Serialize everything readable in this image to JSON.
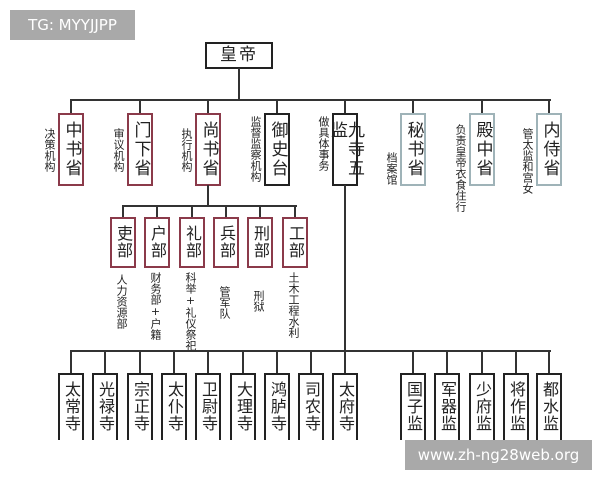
{
  "watermark_top": "TG: MYYJJPP",
  "watermark_bottom": "www.zh-ng28web.org",
  "colors": {
    "three_departments": "#8b3a4a",
    "neutral": "#222222",
    "inner_court": "#9fb3b8"
  },
  "root": "皇帝",
  "level1": [
    {
      "name": "中书省",
      "note": "决策机构"
    },
    {
      "name": "门下省",
      "note": "审议机构"
    },
    {
      "name": "尚书省",
      "note": "执行机构"
    },
    {
      "name": "御史台",
      "note": "监督监察机构"
    },
    {
      "name": "九寺五监",
      "note": "做具体事务"
    },
    {
      "name": "秘书省",
      "note": "档案馆"
    },
    {
      "name": "殿中省",
      "note": "负责皇帝衣食住行"
    },
    {
      "name": "内侍省",
      "note": "管太监和宫女"
    }
  ],
  "ministries": [
    {
      "name": "吏部",
      "note": "人力资源部"
    },
    {
      "name": "户部",
      "note": "财务部+户籍"
    },
    {
      "name": "礼部",
      "note": "科举+礼仪祭祀"
    },
    {
      "name": "兵部",
      "note": "管军队"
    },
    {
      "name": "刑部",
      "note": "刑狱"
    },
    {
      "name": "工部",
      "note": "土木工程水利"
    }
  ],
  "nine_courts": [
    "太常寺",
    "光禄寺",
    "宗正寺",
    "太仆寺",
    "卫尉寺",
    "大理寺",
    "鸿胪寺",
    "司农寺",
    "太府寺"
  ],
  "five_directorates": [
    "国子监",
    "军器监",
    "少府监",
    "将作监",
    "都水监"
  ]
}
